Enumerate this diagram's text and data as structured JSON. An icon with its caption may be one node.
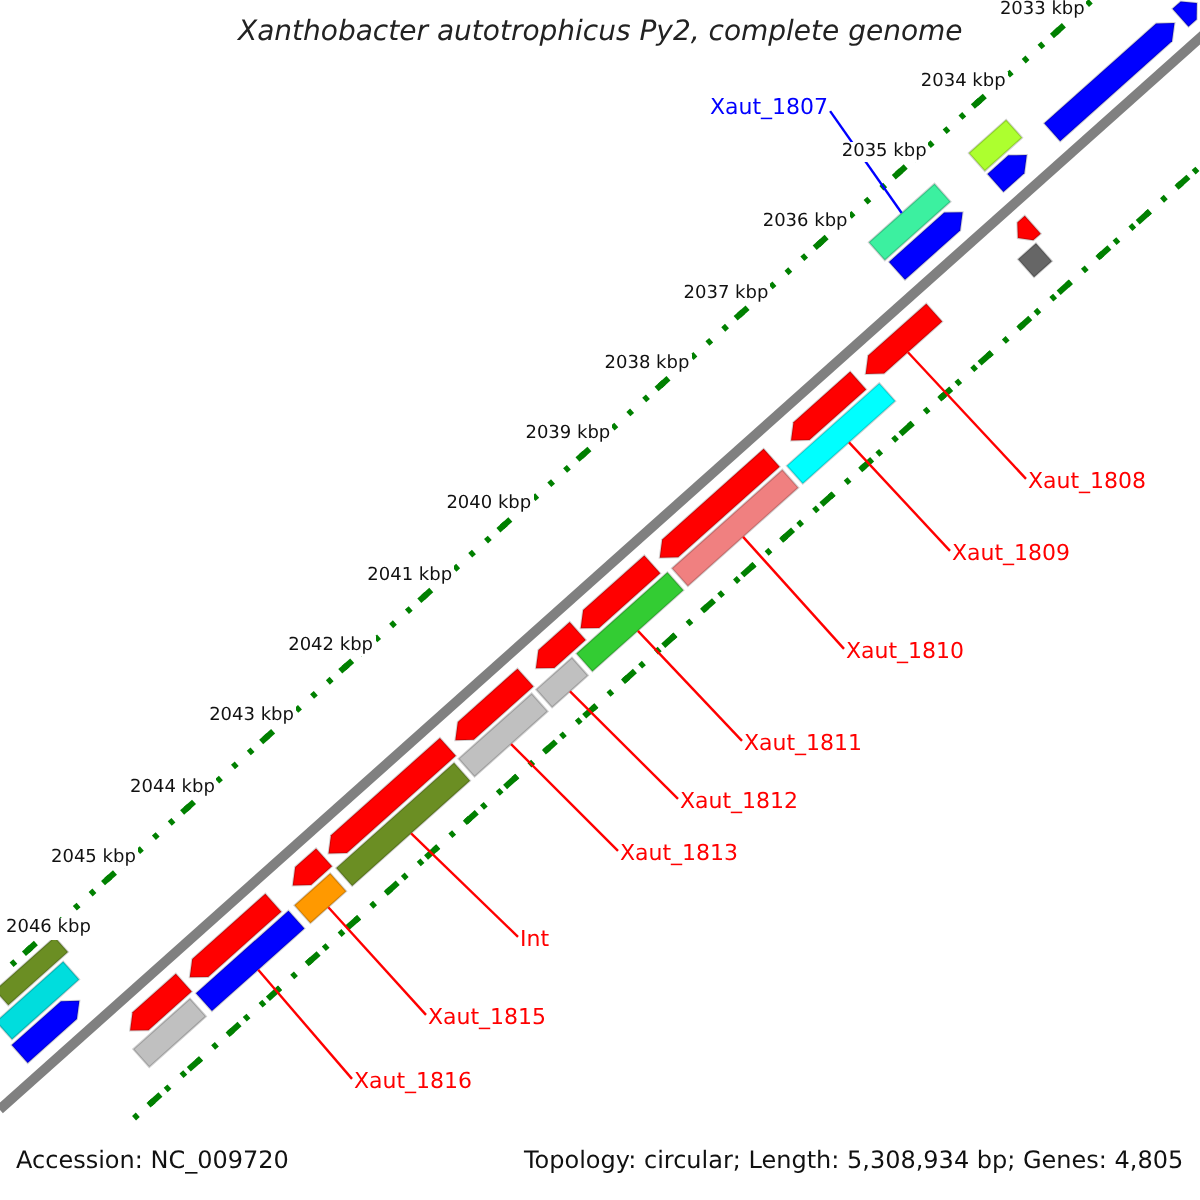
{
  "diagram": {
    "title": "Xanthobacter autotrophicus Py2, complete genome",
    "nodes": [
      {
        "text": [
          "Xaut_1807"
        ]
      },
      {
        "text": [
          "Xaut_1808"
        ]
      },
      {
        "text": [
          "Xaut_1809"
        ]
      },
      {
        "text": [
          "Xaut_1810"
        ]
      },
      {
        "text": [
          "Xaut_1811"
        ]
      },
      {
        "text": [
          "Xaut_1812"
        ]
      },
      {
        "text": [
          "Xaut_1813"
        ]
      },
      {
        "text": [
          "Int"
        ]
      },
      {
        "text": [
          "Xaut_1815"
        ]
      },
      {
        "text": [
          "Xaut_1816"
        ]
      },
      {
        "text": [],
        "shape": "bar"
      },
      {
        "text": [],
        "shape": "arrow"
      },
      {
        "text": [],
        "shape": "bar"
      },
      {
        "text": [],
        "shape": "bar"
      },
      {
        "text": [],
        "shape": "bar"
      },
      {
        "text": [],
        "shape": "bar"
      },
      {
        "text": [],
        "shape": "bar"
      },
      {
        "text": [],
        "shape": "bar"
      },
      {
        "text": [],
        "shape": "bar"
      },
      {
        "text": [],
        "shape": "bar"
      }
    ],
    "edges": [
      {
        "from": 0,
        "to": 10,
        "arrow": "none",
        "color": "#0000ff"
      },
      {
        "from": 1,
        "to": 11,
        "arrow": "none"
      },
      {
        "from": 2,
        "to": 12,
        "arrow": "none"
      },
      {
        "from": 3,
        "to": 13,
        "arrow": "none"
      },
      {
        "from": 4,
        "to": 14,
        "arrow": "none"
      },
      {
        "from": 5,
        "to": 15,
        "arrow": "none"
      },
      {
        "from": 6,
        "to": 16,
        "arrow": "none"
      },
      {
        "from": 7,
        "to": 17,
        "arrow": "none"
      },
      {
        "from": 8,
        "to": 18,
        "arrow": "none"
      },
      {
        "from": 9,
        "to": 19,
        "arrow": "none"
      }
    ],
    "labels": [
      "2033 kbp",
      "2034 kbp",
      "2035 kbp",
      "2036 kbp",
      "2037 kbp",
      "2038 kbp",
      "2039 kbp",
      "2040 kbp",
      "2041 kbp",
      "2042 kbp",
      "2043 kbp",
      "2044 kbp",
      "2045 kbp",
      "2046 kbp",
      "Accession: NC_009720",
      "Topology: circular; Length: 5,308,934 bp; Genes: 4,805"
    ]
  }
}
